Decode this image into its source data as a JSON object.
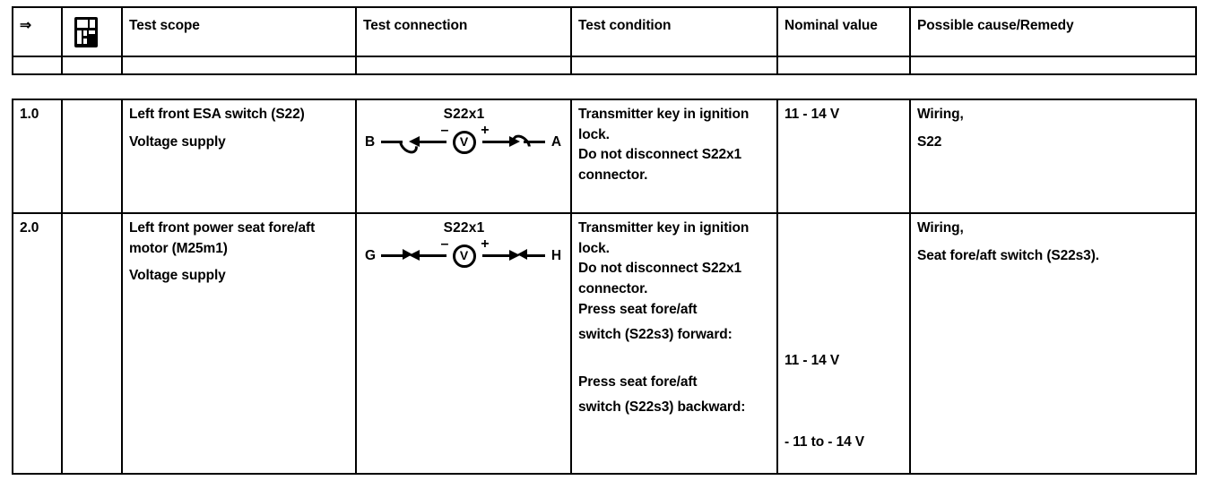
{
  "document": {
    "title": "Electrical test table — Left front ESA switch / power seat fore-aft motor"
  },
  "header": {
    "arrow_glyph": "⇒",
    "icon_name": "multimeter-icon",
    "columns": [
      {
        "key": "step",
        "label": ""
      },
      {
        "key": "tool",
        "label": ""
      },
      {
        "key": "scope",
        "label": "Test scope"
      },
      {
        "key": "conn",
        "label": "Test connection"
      },
      {
        "key": "cond",
        "label": "Test condition"
      },
      {
        "key": "nominal",
        "label": "Nominal value"
      },
      {
        "key": "remedy",
        "label": "Possible cause/Remedy"
      }
    ]
  },
  "rows": [
    {
      "step": "1.0",
      "scope": {
        "line1": "Left front ESA switch (S22)",
        "line2": "Voltage supply"
      },
      "connection": {
        "label": "S22x1",
        "left_terminal": "B",
        "right_terminal": "A",
        "terminal_style": "socket",
        "meter_symbol": "V",
        "meter_minus": "–",
        "meter_plus": "+"
      },
      "condition": [
        "Transmitter key in ignition",
        "lock.",
        "Do not disconnect S22x1",
        "connector."
      ],
      "nominal": [
        {
          "text": "11 - 14 V",
          "offset": 0
        }
      ],
      "remedy": [
        "Wiring,",
        "S22"
      ]
    },
    {
      "step": "2.0",
      "scope": {
        "line1": "Left front power seat fore/aft",
        "line1b": "motor (M25m1)",
        "line2": "Voltage supply"
      },
      "connection": {
        "label": "S22x1",
        "left_terminal": "G",
        "right_terminal": "H",
        "terminal_style": "probe",
        "meter_symbol": "V",
        "meter_minus": "–",
        "meter_plus": "+"
      },
      "condition": [
        "Transmitter key in ignition",
        "lock.",
        "Do not disconnect S22x1",
        "connector.",
        "Press seat fore/aft",
        "switch (S22s3) forward:",
        "",
        "Press seat fore/aft",
        "switch (S22s3) backward:"
      ],
      "nominal": [
        {
          "text": "11 - 14 V",
          "offset": 148
        },
        {
          "text": "- 11 to - 14 V",
          "offset": 68
        }
      ],
      "remedy": [
        "Wiring,",
        "Seat fore/aft switch (S22s3)."
      ]
    }
  ]
}
